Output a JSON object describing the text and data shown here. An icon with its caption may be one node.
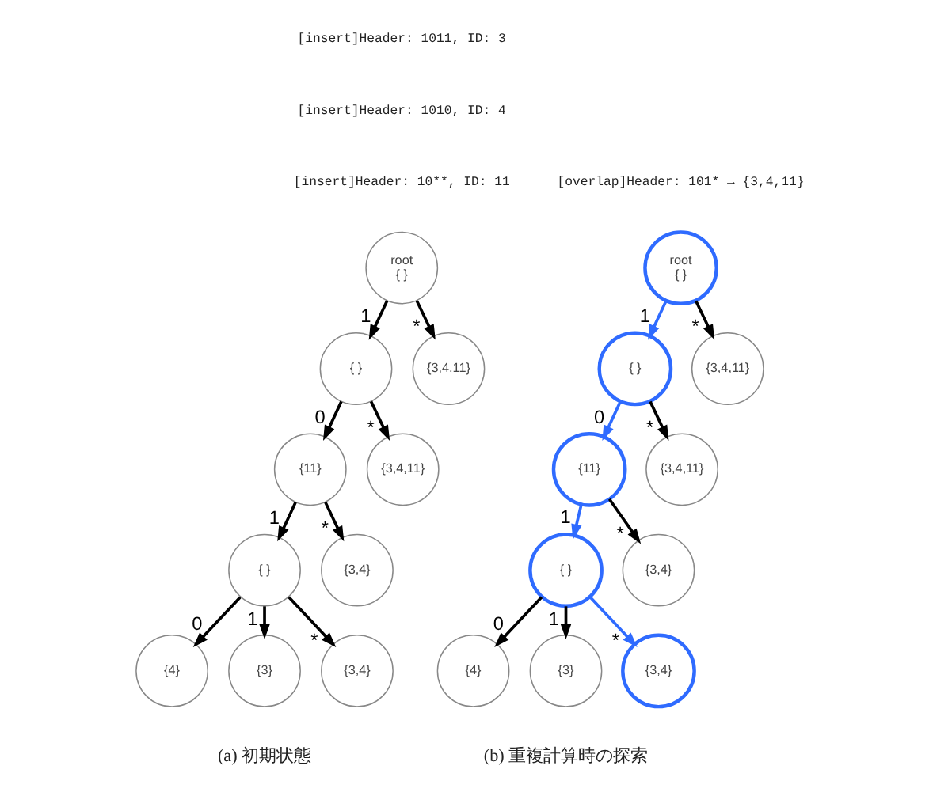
{
  "diagram": {
    "nodes": [
      {
        "text": [
          "root",
          "{ }"
        ]
      },
      {
        "text": [
          "{ }"
        ]
      },
      {
        "text": [
          "{3,4,11}"
        ]
      },
      {
        "text": [
          "{11}"
        ]
      },
      {
        "text": [
          "{3,4,11}"
        ]
      },
      {
        "text": [
          "{ }"
        ]
      },
      {
        "text": [
          "{3,4}"
        ]
      },
      {
        "text": [
          "{4}"
        ]
      },
      {
        "text": [
          "{3}"
        ]
      },
      {
        "text": [
          "{3,4}"
        ]
      },
      {
        "text": [
          "root",
          "{ }"
        ]
      },
      {
        "text": [
          "{ }"
        ]
      },
      {
        "text": [
          "{3,4,11}"
        ]
      },
      {
        "text": [
          "{11}"
        ]
      },
      {
        "text": [
          "{3,4,11}"
        ]
      },
      {
        "text": [
          "{ }"
        ]
      },
      {
        "text": [
          "{3,4}"
        ]
      },
      {
        "text": [
          "{4}"
        ]
      },
      {
        "text": [
          "{3}"
        ]
      },
      {
        "text": [
          "{3,4}"
        ]
      }
    ],
    "edges": [
      {
        "from": 0,
        "to": 1,
        "arrow": "to",
        "label": "1"
      },
      {
        "from": 0,
        "to": 2,
        "arrow": "to",
        "label": "*"
      },
      {
        "from": 1,
        "to": 3,
        "arrow": "to",
        "label": "0"
      },
      {
        "from": 1,
        "to": 4,
        "arrow": "to",
        "label": "*"
      },
      {
        "from": 3,
        "to": 5,
        "arrow": "to",
        "label": "1"
      },
      {
        "from": 3,
        "to": 6,
        "arrow": "to",
        "label": "*"
      },
      {
        "from": 5,
        "to": 7,
        "arrow": "to",
        "label": "0"
      },
      {
        "from": 5,
        "to": 8,
        "arrow": "to",
        "label": "1"
      },
      {
        "from": 5,
        "to": 9,
        "arrow": "to",
        "label": "*"
      },
      {
        "from": 10,
        "to": 11,
        "arrow": "to",
        "label": "1",
        "color": "#2f6bff"
      },
      {
        "from": 10,
        "to": 12,
        "arrow": "to",
        "label": "*"
      },
      {
        "from": 11,
        "to": 13,
        "arrow": "to",
        "label": "0",
        "color": "#2f6bff"
      },
      {
        "from": 11,
        "to": 14,
        "arrow": "to",
        "label": "*"
      },
      {
        "from": 13,
        "to": 15,
        "arrow": "to",
        "label": "1",
        "color": "#2f6bff"
      },
      {
        "from": 13,
        "to": 16,
        "arrow": "to",
        "label": "*"
      },
      {
        "from": 15,
        "to": 17,
        "arrow": "to",
        "label": "0"
      },
      {
        "from": 15,
        "to": 18,
        "arrow": "to",
        "label": "1"
      },
      {
        "from": 15,
        "to": 19,
        "arrow": "to",
        "label": "*",
        "color": "#2f6bff"
      }
    ],
    "labels": [
      "[insert]Header: 1011, ID: 3",
      "[insert]Header: 1010, ID: 4",
      "[insert]Header: 10**, ID: 11",
      "[overlap]Header: 101* → {3,4,11}",
      "(a) 初期状態",
      "(b) 重複計算時の探索"
    ]
  }
}
